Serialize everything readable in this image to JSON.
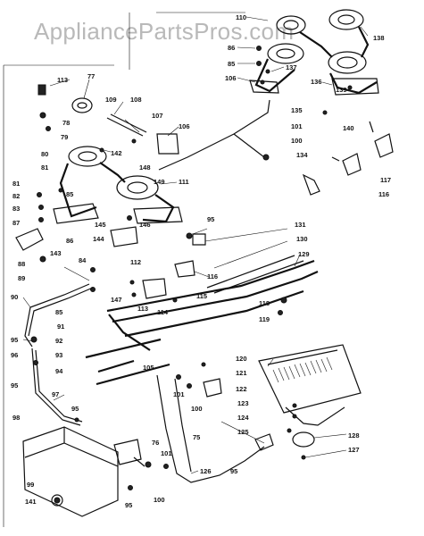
{
  "watermark": "AppliancePartsPros.com",
  "callouts": [
    {
      "id": "c110",
      "text": "110"
    },
    {
      "id": "c138",
      "text": "138"
    },
    {
      "id": "c86a",
      "text": "86"
    },
    {
      "id": "c85a",
      "text": "85"
    },
    {
      "id": "c137",
      "text": "137"
    },
    {
      "id": "c106a",
      "text": "106"
    },
    {
      "id": "c136",
      "text": "136"
    },
    {
      "id": "c139",
      "text": "139"
    },
    {
      "id": "c140",
      "text": "140"
    },
    {
      "id": "c135",
      "text": "135"
    },
    {
      "id": "c101a",
      "text": "101"
    },
    {
      "id": "c100a",
      "text": "100"
    },
    {
      "id": "c134",
      "text": "134"
    },
    {
      "id": "c117",
      "text": "117"
    },
    {
      "id": "c116a",
      "text": "116"
    },
    {
      "id": "c113a",
      "text": "113"
    },
    {
      "id": "c77",
      "text": "77"
    },
    {
      "id": "c78",
      "text": "78"
    },
    {
      "id": "c79",
      "text": "79"
    },
    {
      "id": "c109",
      "text": "109"
    },
    {
      "id": "c108",
      "text": "108"
    },
    {
      "id": "c107",
      "text": "107"
    },
    {
      "id": "c106b",
      "text": "106"
    },
    {
      "id": "c142",
      "text": "142"
    },
    {
      "id": "c148",
      "text": "148"
    },
    {
      "id": "c149",
      "text": "149"
    },
    {
      "id": "c111",
      "text": "111"
    },
    {
      "id": "c80",
      "text": "80"
    },
    {
      "id": "c81a",
      "text": "81"
    },
    {
      "id": "c81b",
      "text": "81"
    },
    {
      "id": "c82",
      "text": "82"
    },
    {
      "id": "c83",
      "text": "83"
    },
    {
      "id": "c85b",
      "text": "85"
    },
    {
      "id": "c87",
      "text": "87"
    },
    {
      "id": "c86b",
      "text": "86"
    },
    {
      "id": "c145",
      "text": "145"
    },
    {
      "id": "c146",
      "text": "146"
    },
    {
      "id": "c144",
      "text": "144"
    },
    {
      "id": "c95a",
      "text": "95"
    },
    {
      "id": "c131",
      "text": "131"
    },
    {
      "id": "c130",
      "text": "130"
    },
    {
      "id": "c129",
      "text": "129"
    },
    {
      "id": "c88",
      "text": "88"
    },
    {
      "id": "c143",
      "text": "143"
    },
    {
      "id": "c84",
      "text": "84"
    },
    {
      "id": "c89",
      "text": "89"
    },
    {
      "id": "c112",
      "text": "112"
    },
    {
      "id": "c116b",
      "text": "116"
    },
    {
      "id": "c90",
      "text": "90"
    },
    {
      "id": "c85c",
      "text": "85"
    },
    {
      "id": "c147",
      "text": "147"
    },
    {
      "id": "c115",
      "text": "115"
    },
    {
      "id": "c113b",
      "text": "113"
    },
    {
      "id": "c114",
      "text": "114"
    },
    {
      "id": "c118",
      "text": "118"
    },
    {
      "id": "c91",
      "text": "91"
    },
    {
      "id": "c119",
      "text": "119"
    },
    {
      "id": "c95b",
      "text": "95"
    },
    {
      "id": "c96",
      "text": "96"
    },
    {
      "id": "c92",
      "text": "92"
    },
    {
      "id": "c93",
      "text": "93"
    },
    {
      "id": "c94",
      "text": "94"
    },
    {
      "id": "c105",
      "text": "105"
    },
    {
      "id": "c120",
      "text": "120"
    },
    {
      "id": "c121",
      "text": "121"
    },
    {
      "id": "c101b",
      "text": "101"
    },
    {
      "id": "c100b",
      "text": "100"
    },
    {
      "id": "c122",
      "text": "122"
    },
    {
      "id": "c95c",
      "text": "95"
    },
    {
      "id": "c97",
      "text": "97"
    },
    {
      "id": "c95d",
      "text": "95"
    },
    {
      "id": "c123",
      "text": "123"
    },
    {
      "id": "c124",
      "text": "124"
    },
    {
      "id": "c98",
      "text": "98"
    },
    {
      "id": "c125",
      "text": "125"
    },
    {
      "id": "c128",
      "text": "128"
    },
    {
      "id": "c76",
      "text": "76"
    },
    {
      "id": "c75",
      "text": "75"
    },
    {
      "id": "c127",
      "text": "127"
    },
    {
      "id": "c101c",
      "text": "101"
    },
    {
      "id": "c126",
      "text": "126"
    },
    {
      "id": "c95e",
      "text": "95"
    },
    {
      "id": "c99",
      "text": "99"
    },
    {
      "id": "c141",
      "text": "141"
    },
    {
      "id": "c95f",
      "text": "95"
    },
    {
      "id": "c100c",
      "text": "100"
    }
  ]
}
